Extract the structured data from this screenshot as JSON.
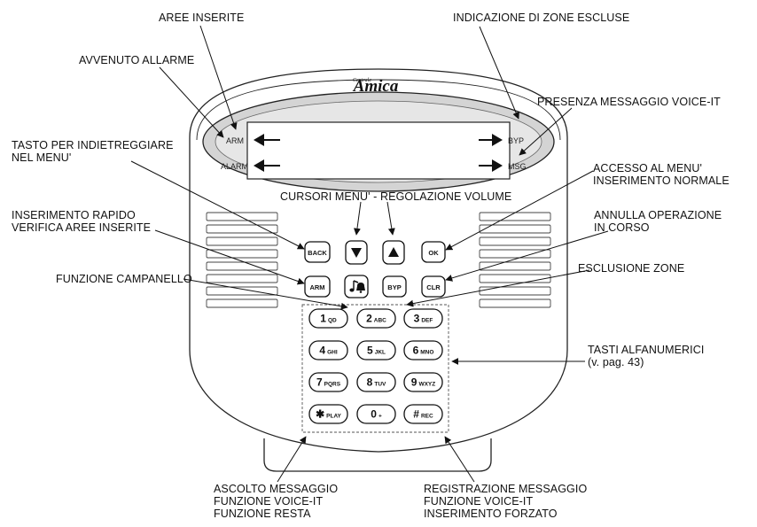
{
  "brand": {
    "small": "Centrale",
    "name": "Amica"
  },
  "display": {
    "arm": "ARM",
    "alarm": "ALARM",
    "byp": "BYP",
    "msg": "MSG"
  },
  "keys": {
    "back": "BACK",
    "ok": "OK",
    "arm": "ARM",
    "byp": "BYP",
    "clr": "CLR",
    "keypad": [
      {
        "main": "1",
        "sub": "QD"
      },
      {
        "main": "2",
        "sub": "ABC"
      },
      {
        "main": "3",
        "sub": "DEF"
      },
      {
        "main": "4",
        "sub": "GHI"
      },
      {
        "main": "5",
        "sub": "JKL"
      },
      {
        "main": "6",
        "sub": "MNO"
      },
      {
        "main": "7",
        "sub": "PQRS"
      },
      {
        "main": "8",
        "sub": "TUV"
      },
      {
        "main": "9",
        "sub": "WXYZ"
      },
      {
        "main": "✱",
        "sub": "PLAY"
      },
      {
        "main": "0",
        "sub": "+"
      },
      {
        "main": "#",
        "sub": "REC"
      }
    ]
  },
  "callouts": {
    "aree_inserite": [
      "AREE INSERITE"
    ],
    "zone_escluse": [
      "INDICAZIONE DI ZONE ESCLUSE"
    ],
    "avvenuto_allarme": [
      "AVVENUTO ALLARME"
    ],
    "voice_it": [
      "PRESENZA MESSAGGIO VOICE-IT"
    ],
    "indietreggiare": [
      "TASTO PER INDIETREGGIARE",
      "NEL MENU'"
    ],
    "accesso_menu": [
      "ACCESSO AL MENU'",
      "INSERIMENTO NORMALE"
    ],
    "cursori": [
      "CURSORI MENU' - REGOLAZIONE VOLUME"
    ],
    "inserimento_rapido": [
      "INSERIMENTO RAPIDO",
      "VERIFICA AREE INSERITE"
    ],
    "annulla": [
      "ANNULLA OPERAZIONE",
      "IN CORSO"
    ],
    "campanello": [
      "FUNZIONE CAMPANELLO"
    ],
    "esclusione": [
      "ESCLUSIONE ZONE"
    ],
    "alfanumerici": [
      "TASTI ALFANUMERICI",
      "(v. pag. 43)"
    ],
    "ascolto": [
      "ASCOLTO MESSAGGIO",
      "FUNZIONE VOICE-IT",
      "FUNZIONE RESTA"
    ],
    "registrazione": [
      "REGISTRAZIONE MESSAGGIO",
      "FUNZIONE VOICE-IT",
      "INSERIMENTO FORZATO"
    ]
  }
}
